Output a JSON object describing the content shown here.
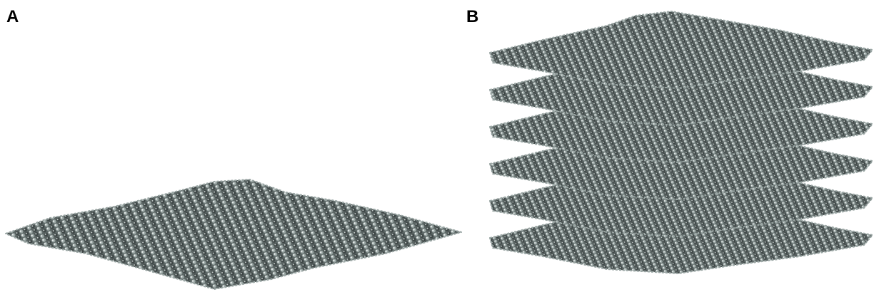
{
  "panels": [
    {
      "label": "A",
      "sheet_count": 1
    },
    {
      "label": "B",
      "sheet_count": 6
    }
  ],
  "colors": {
    "atom_highlight": "#eef2f1",
    "atom_mid": "#9aa6a4",
    "atom_shadow": "#3d4545",
    "sheet_base": "#5c6665"
  }
}
